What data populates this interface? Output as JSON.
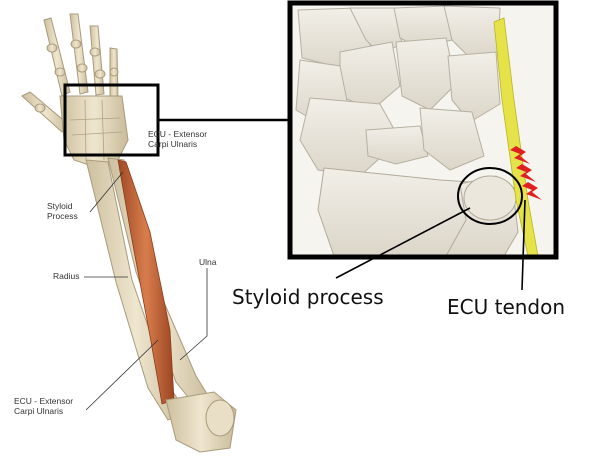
{
  "labels": {
    "ecu_upper_line1": "ECU - Extensor",
    "ecu_upper_line2": "Carpi Ulnaris",
    "styloid_line1": "Styloid",
    "styloid_line2": "Process",
    "radius": "Radius",
    "ulna": "Ulna",
    "ecu_lower_line1": "ECU - Extensor",
    "ecu_lower_line2": "Carpi Ulnaris"
  },
  "callouts": {
    "styloid_process": "Styloid process",
    "ecu_tendon": "ECU tendon"
  },
  "colors": {
    "bone": "#e6dcc3",
    "bone_shadow": "#b8ab8e",
    "muscle": "#c56a3c",
    "tendon": "#e6e34a",
    "pain_marks": "#e02020",
    "frame": "#000000"
  },
  "icons": [
    "pain-lightning-icon"
  ]
}
